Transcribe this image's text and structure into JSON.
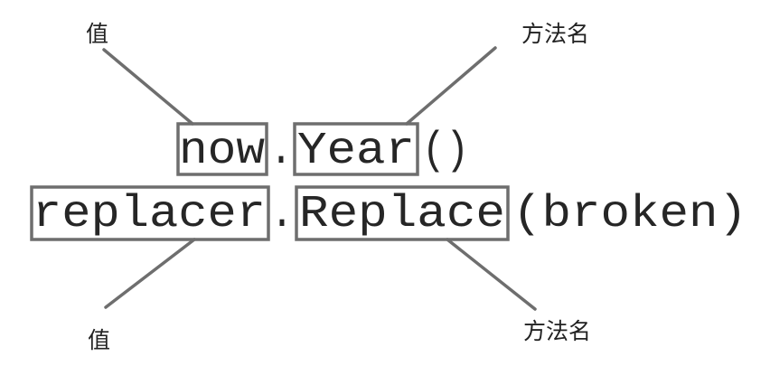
{
  "line1": {
    "value": "now",
    "dot": ".",
    "method": "Year",
    "args": "()"
  },
  "line2": {
    "value": "replacer",
    "dot": ".",
    "method": "Replace",
    "args": "(broken)"
  },
  "labels": {
    "top_left": "值",
    "top_right": "方法名",
    "bottom_left": "值",
    "bottom_right": "方法名"
  }
}
